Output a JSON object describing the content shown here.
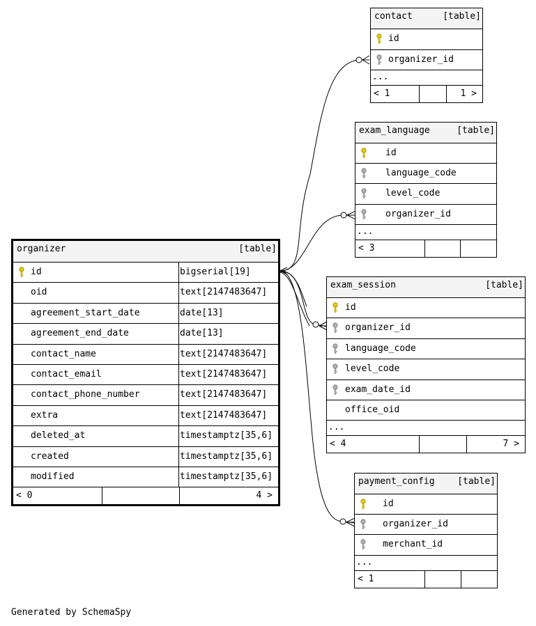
{
  "footer_text": "Generated by SchemaSpy",
  "tables": {
    "organizer": {
      "name": "organizer",
      "kind": "[table]",
      "columns": [
        {
          "name": "id",
          "type": "bigserial[19]"
        },
        {
          "name": "oid",
          "type": "text[2147483647]"
        },
        {
          "name": "agreement_start_date",
          "type": "date[13]"
        },
        {
          "name": "agreement_end_date",
          "type": "date[13]"
        },
        {
          "name": "contact_name",
          "type": "text[2147483647]"
        },
        {
          "name": "contact_email",
          "type": "text[2147483647]"
        },
        {
          "name": "contact_phone_number",
          "type": "text[2147483647]"
        },
        {
          "name": "extra",
          "type": "text[2147483647]"
        },
        {
          "name": "deleted_at",
          "type": "timestamptz[35,6]"
        },
        {
          "name": "created",
          "type": "timestamptz[35,6]"
        },
        {
          "name": "modified",
          "type": "timestamptz[35,6]"
        }
      ],
      "footer_left": "< 0",
      "footer_right": "4 >"
    },
    "contact": {
      "name": "contact",
      "kind": "[table]",
      "columns": [
        {
          "name": "id"
        },
        {
          "name": "organizer_id"
        }
      ],
      "ellipsis": "...",
      "footer_left": "< 1",
      "footer_right": "1 >"
    },
    "exam_language": {
      "name": "exam_language",
      "kind": "[table]",
      "columns": [
        {
          "name": "id"
        },
        {
          "name": "language_code"
        },
        {
          "name": "level_code"
        },
        {
          "name": "organizer_id"
        }
      ],
      "ellipsis": "...",
      "footer_left": "< 3",
      "footer_right": ""
    },
    "exam_session": {
      "name": "exam_session",
      "kind": "[table]",
      "columns": [
        {
          "name": "id"
        },
        {
          "name": "organizer_id"
        },
        {
          "name": "language_code"
        },
        {
          "name": "level_code"
        },
        {
          "name": "exam_date_id"
        },
        {
          "name": "office_oid"
        }
      ],
      "ellipsis": "...",
      "footer_left": "< 4",
      "footer_right": "7 >"
    },
    "payment_config": {
      "name": "payment_config",
      "kind": "[table]",
      "columns": [
        {
          "name": "id"
        },
        {
          "name": "organizer_id"
        },
        {
          "name": "merchant_id"
        }
      ],
      "ellipsis": "...",
      "footer_left": "< 1",
      "footer_right": ""
    }
  },
  "key_colors": {
    "primary": "#e6cc00",
    "foreign": "#b0b0b0",
    "primary_stroke": "#9a8800",
    "foreign_stroke": "#777777"
  }
}
